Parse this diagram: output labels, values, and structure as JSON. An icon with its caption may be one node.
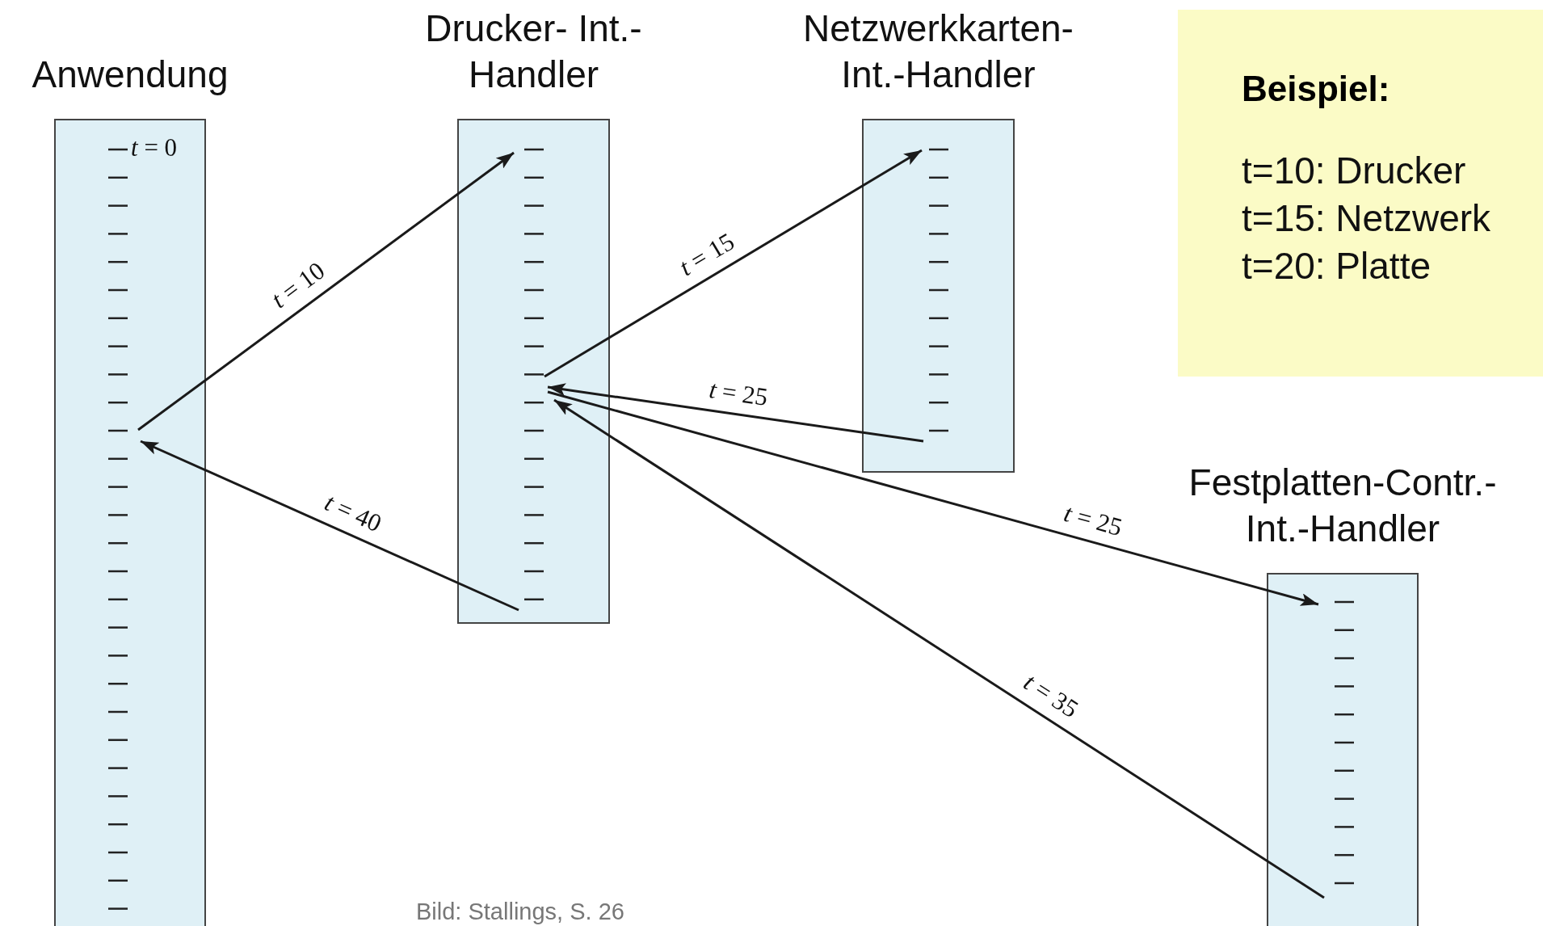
{
  "diagram": {
    "caption": "Bild: Stallings, S. 26",
    "nodes": [
      {
        "text": [
          "Anwendung"
        ]
      },
      {
        "text": [
          "Drucker- Int.-Handler"
        ]
      },
      {
        "text": [
          "Netzwerkkarten- Int.-Handler"
        ]
      },
      {
        "text": [
          "Festplatten-Contr.- Int.-Handler"
        ]
      },
      {
        "text": [
          "Beispiel:",
          "t=10: Drucker",
          "t=15: Netzwerk",
          "t=20: Platte"
        ]
      }
    ],
    "edges": [
      {
        "from": 0,
        "to": 1,
        "arrow": "to",
        "label": "*t* = 10"
      },
      {
        "from": 1,
        "to": 2,
        "arrow": "to",
        "label": "*t* = 15"
      },
      {
        "from": 2,
        "to": 1,
        "arrow": "to",
        "label": "*t* = 25"
      },
      {
        "from": 1,
        "to": 3,
        "arrow": "to",
        "label": "*t* = 25"
      },
      {
        "from": 3,
        "to": 1,
        "arrow": "to",
        "label": "*t* = 35"
      },
      {
        "from": 1,
        "to": 0,
        "arrow": "to",
        "label": "*t* = 40"
      }
    ],
    "labels": [
      "*t* = 0"
    ]
  }
}
